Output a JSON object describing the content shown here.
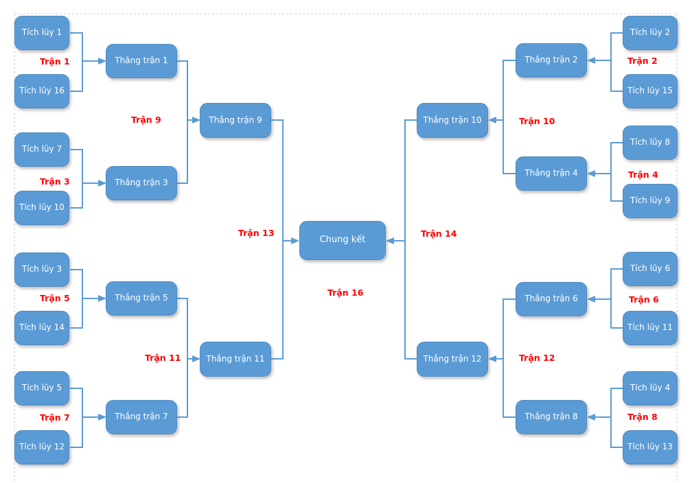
{
  "bracket": {
    "final_label": "Chung kết",
    "teams_left": [
      "Tích lũy 1",
      "Tích lũy 16",
      "Tích lũy 7",
      "Tích lũy 10",
      "Tích lũy 3",
      "Tích lũy 14",
      "Tích lũy 5",
      "Tích lũy 12"
    ],
    "teams_right": [
      "Tích lũy 2",
      "Tích lũy 15",
      "Tích lũy 8",
      "Tích lũy 9",
      "Tích lũy 6",
      "Tích lũy 11",
      "Tích lũy 4",
      "Tích lũy 13"
    ],
    "round2_left": [
      "Thắng trận 1",
      "Thắng trận 3",
      "Thắng trận 5",
      "Thắng trận 7"
    ],
    "round3_left": [
      "Thắng trận 9",
      "Thắng trận 11"
    ],
    "round2_right": [
      "Thắng trận 2",
      "Thắng trận 4",
      "Thắng trận 6",
      "Thắng trận 8"
    ],
    "round3_right": [
      "Thắng trận 10",
      "Thắng trận 12"
    ],
    "match_labels": {
      "m1": "Trận 1",
      "m2": "Trận 2",
      "m3": "Trận 3",
      "m4": "Trận 4",
      "m5": "Trận 5",
      "m6": "Trận 6",
      "m7": "Trận 7",
      "m8": "Trận 8",
      "m9": "Trận 9",
      "m10": "Trận 10",
      "m11": "Trận 11",
      "m12": "Trận 12",
      "m13": "Trận 13",
      "m14": "Trận 14",
      "m16": "Trận 16"
    }
  },
  "colors": {
    "node_fill": "#5B9BD5",
    "connector": "#5B9BD5",
    "match_label": "#FF0000"
  }
}
